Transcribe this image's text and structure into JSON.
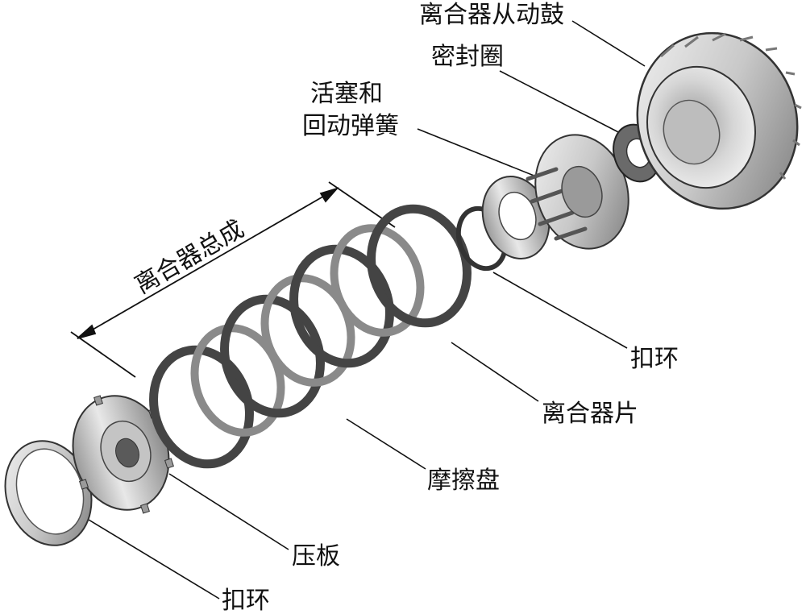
{
  "labels": {
    "drum": "离合器从动鼓",
    "seal": "密封圈",
    "piston_line1": "活塞和",
    "piston_line2": "回动弹簧",
    "assembly": "离合器总成",
    "snap_ring_upper": "扣环",
    "clutch_plate": "离合器片",
    "friction_disc": "摩擦盘",
    "pressure_plate": "压板",
    "snap_ring_lower": "扣环"
  },
  "colors": {
    "ink": "#111111",
    "metal_light": "#e6e6e6",
    "metal_mid": "#b4b4b4",
    "metal_dark": "#6e6e6e"
  },
  "icons": [
    "snap-ring",
    "pressure-plate",
    "friction-disc",
    "clutch-plate",
    "piston-spring",
    "seal-ring",
    "clutch-drum"
  ]
}
